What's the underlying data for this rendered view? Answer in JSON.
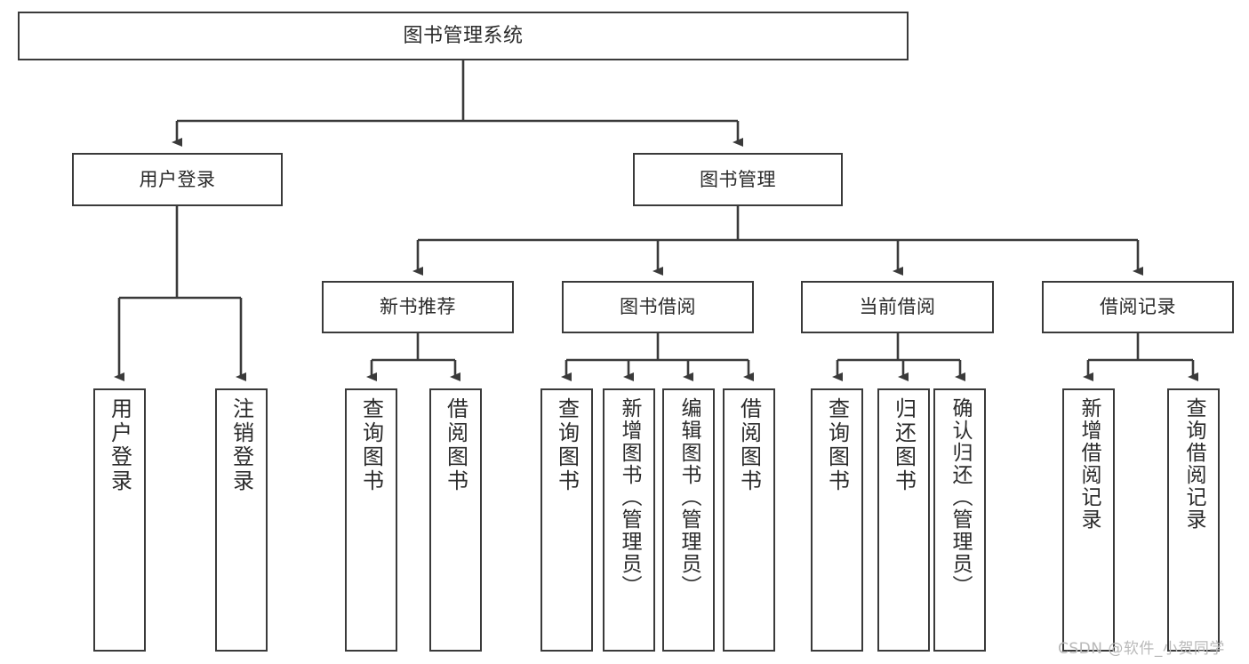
{
  "diagram": {
    "title": "图书管理系统",
    "type": "tree-hierarchy-chart",
    "root": {
      "label": "图书管理系统"
    },
    "level2": [
      {
        "label": "用户登录"
      },
      {
        "label": "图书管理"
      }
    ],
    "level3": [
      {
        "label": "新书推荐"
      },
      {
        "label": "图书借阅"
      },
      {
        "label": "当前借阅"
      },
      {
        "label": "借阅记录"
      }
    ],
    "leaves": {
      "user_login": [
        {
          "label": "用户登录"
        },
        {
          "label": "注销登录"
        }
      ],
      "new_book_recommend": [
        {
          "label": "查询图书"
        },
        {
          "label": "借阅图书"
        }
      ],
      "book_borrow": [
        {
          "label": "查询图书"
        },
        {
          "label": "新增图书（管理员）"
        },
        {
          "label": "编辑图书（管理员）"
        },
        {
          "label": "借阅图书"
        }
      ],
      "current_borrow": [
        {
          "label": "查询图书"
        },
        {
          "label": "归还图书"
        },
        {
          "label": "确认归还（管理员）"
        }
      ],
      "borrow_record": [
        {
          "label": "新增借阅记录"
        },
        {
          "label": "查询借阅记录"
        }
      ]
    }
  },
  "watermark": {
    "text": "CSDN @软件_小贺同学"
  },
  "colors": {
    "box_border": "#3a3a3a",
    "line": "#3a3a3a",
    "text": "#2b2b2b",
    "background": "#ffffff",
    "watermark": "#b9b9b9"
  }
}
